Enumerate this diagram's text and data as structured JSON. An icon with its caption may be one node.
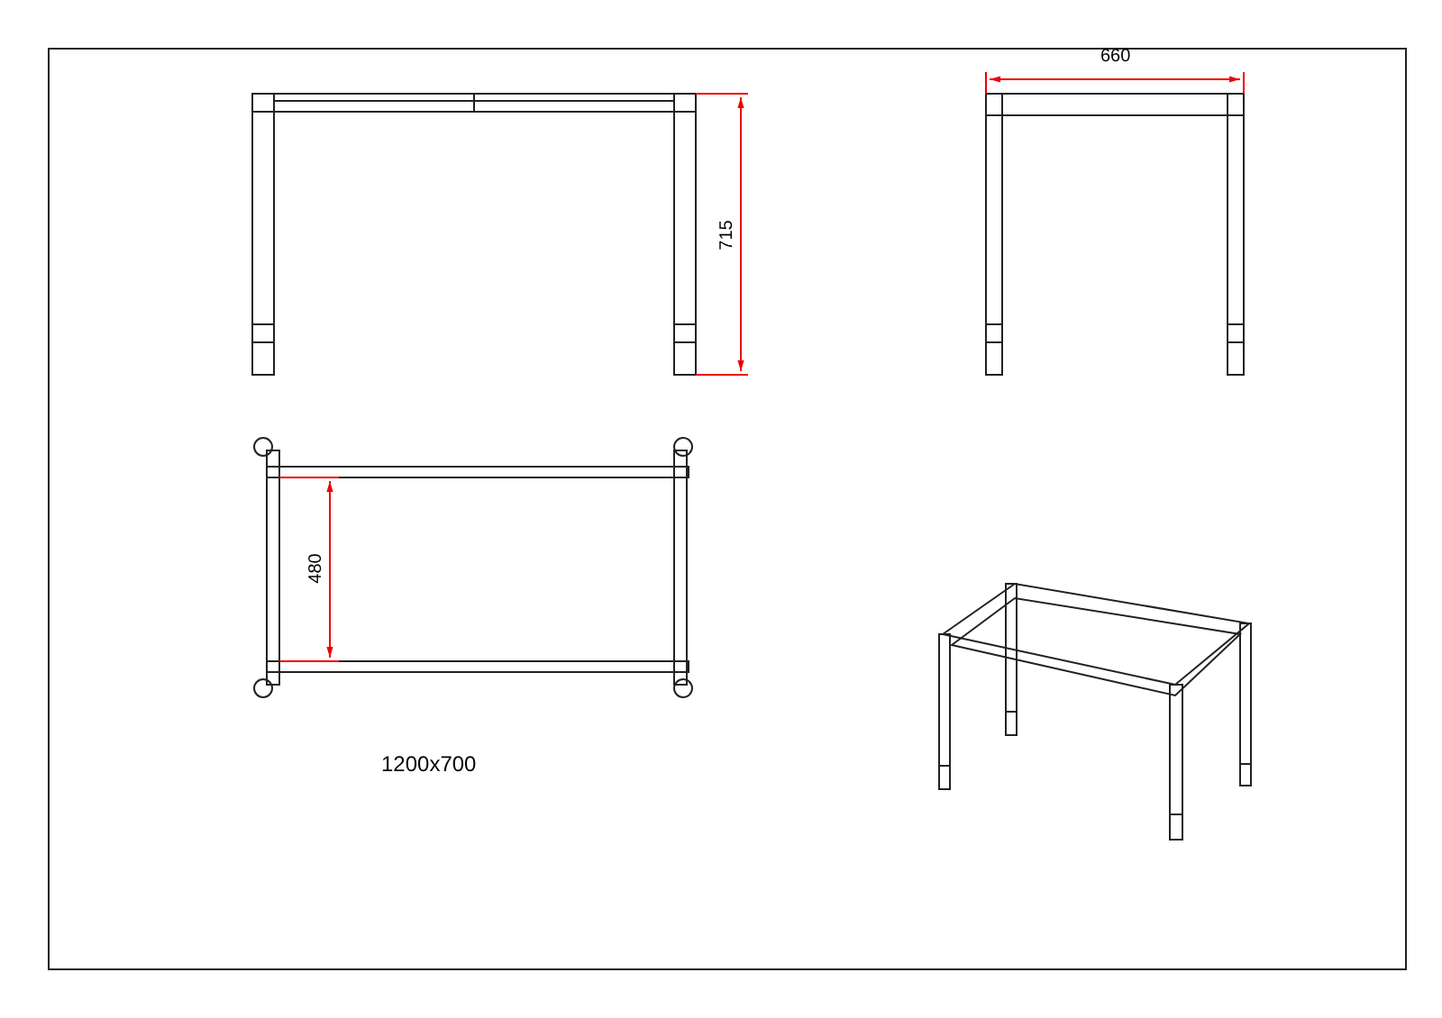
{
  "diagram": {
    "labels": [
      "660",
      "715",
      "480",
      "1200x700"
    ]
  }
}
